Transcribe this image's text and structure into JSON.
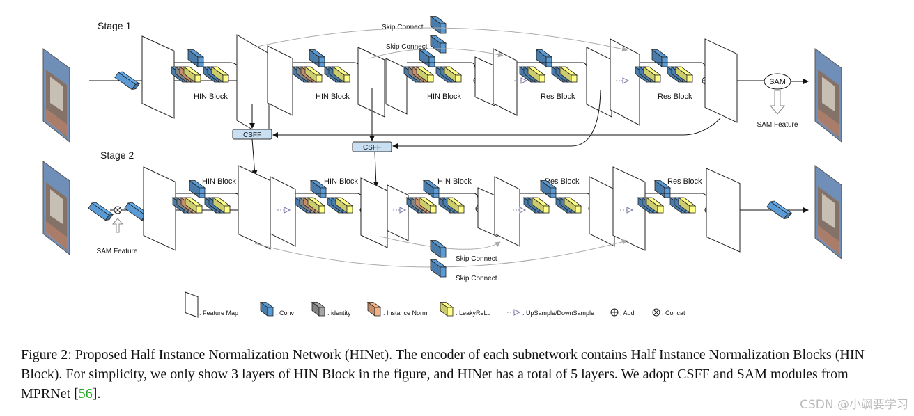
{
  "stages": {
    "stage1": "Stage 1",
    "stage2": "Stage 2"
  },
  "skip_connect": "Skip Connect",
  "hin_block": "HIN Block",
  "res_block": "Res Block",
  "csff": "CSFF",
  "sam": "SAM",
  "sam_feature": "SAM Feature",
  "legend": {
    "feature_map": ": Feature Map",
    "conv": ": Conv",
    "identity": ": identity",
    "instance_norm": ": Instance Norm",
    "leaky_relu": ": LeakyReLu",
    "up_down": ": UpSample/DownSample",
    "add": ": Add",
    "concat": ": Concat"
  },
  "colors": {
    "conv": "#5b9bd5",
    "identity": "#a5a5a5",
    "instance_norm": "#f4b183",
    "leaky_relu": "#ffff88",
    "csff_box": "#c9dff2"
  },
  "caption": {
    "text": "Figure 2: Proposed Half Instance Normalization Network (HINet). The encoder of each subnetwork contains Half Instance Normalization Blocks (HIN Block). For simplicity, we only show 3 layers of HIN Block in the figure, and HINet has a total of 5 layers. We adopt CSFF and SAM modules from MPRNet [",
    "ref": "56",
    "end": "]."
  },
  "watermark": "CSDN @小飒要学习"
}
